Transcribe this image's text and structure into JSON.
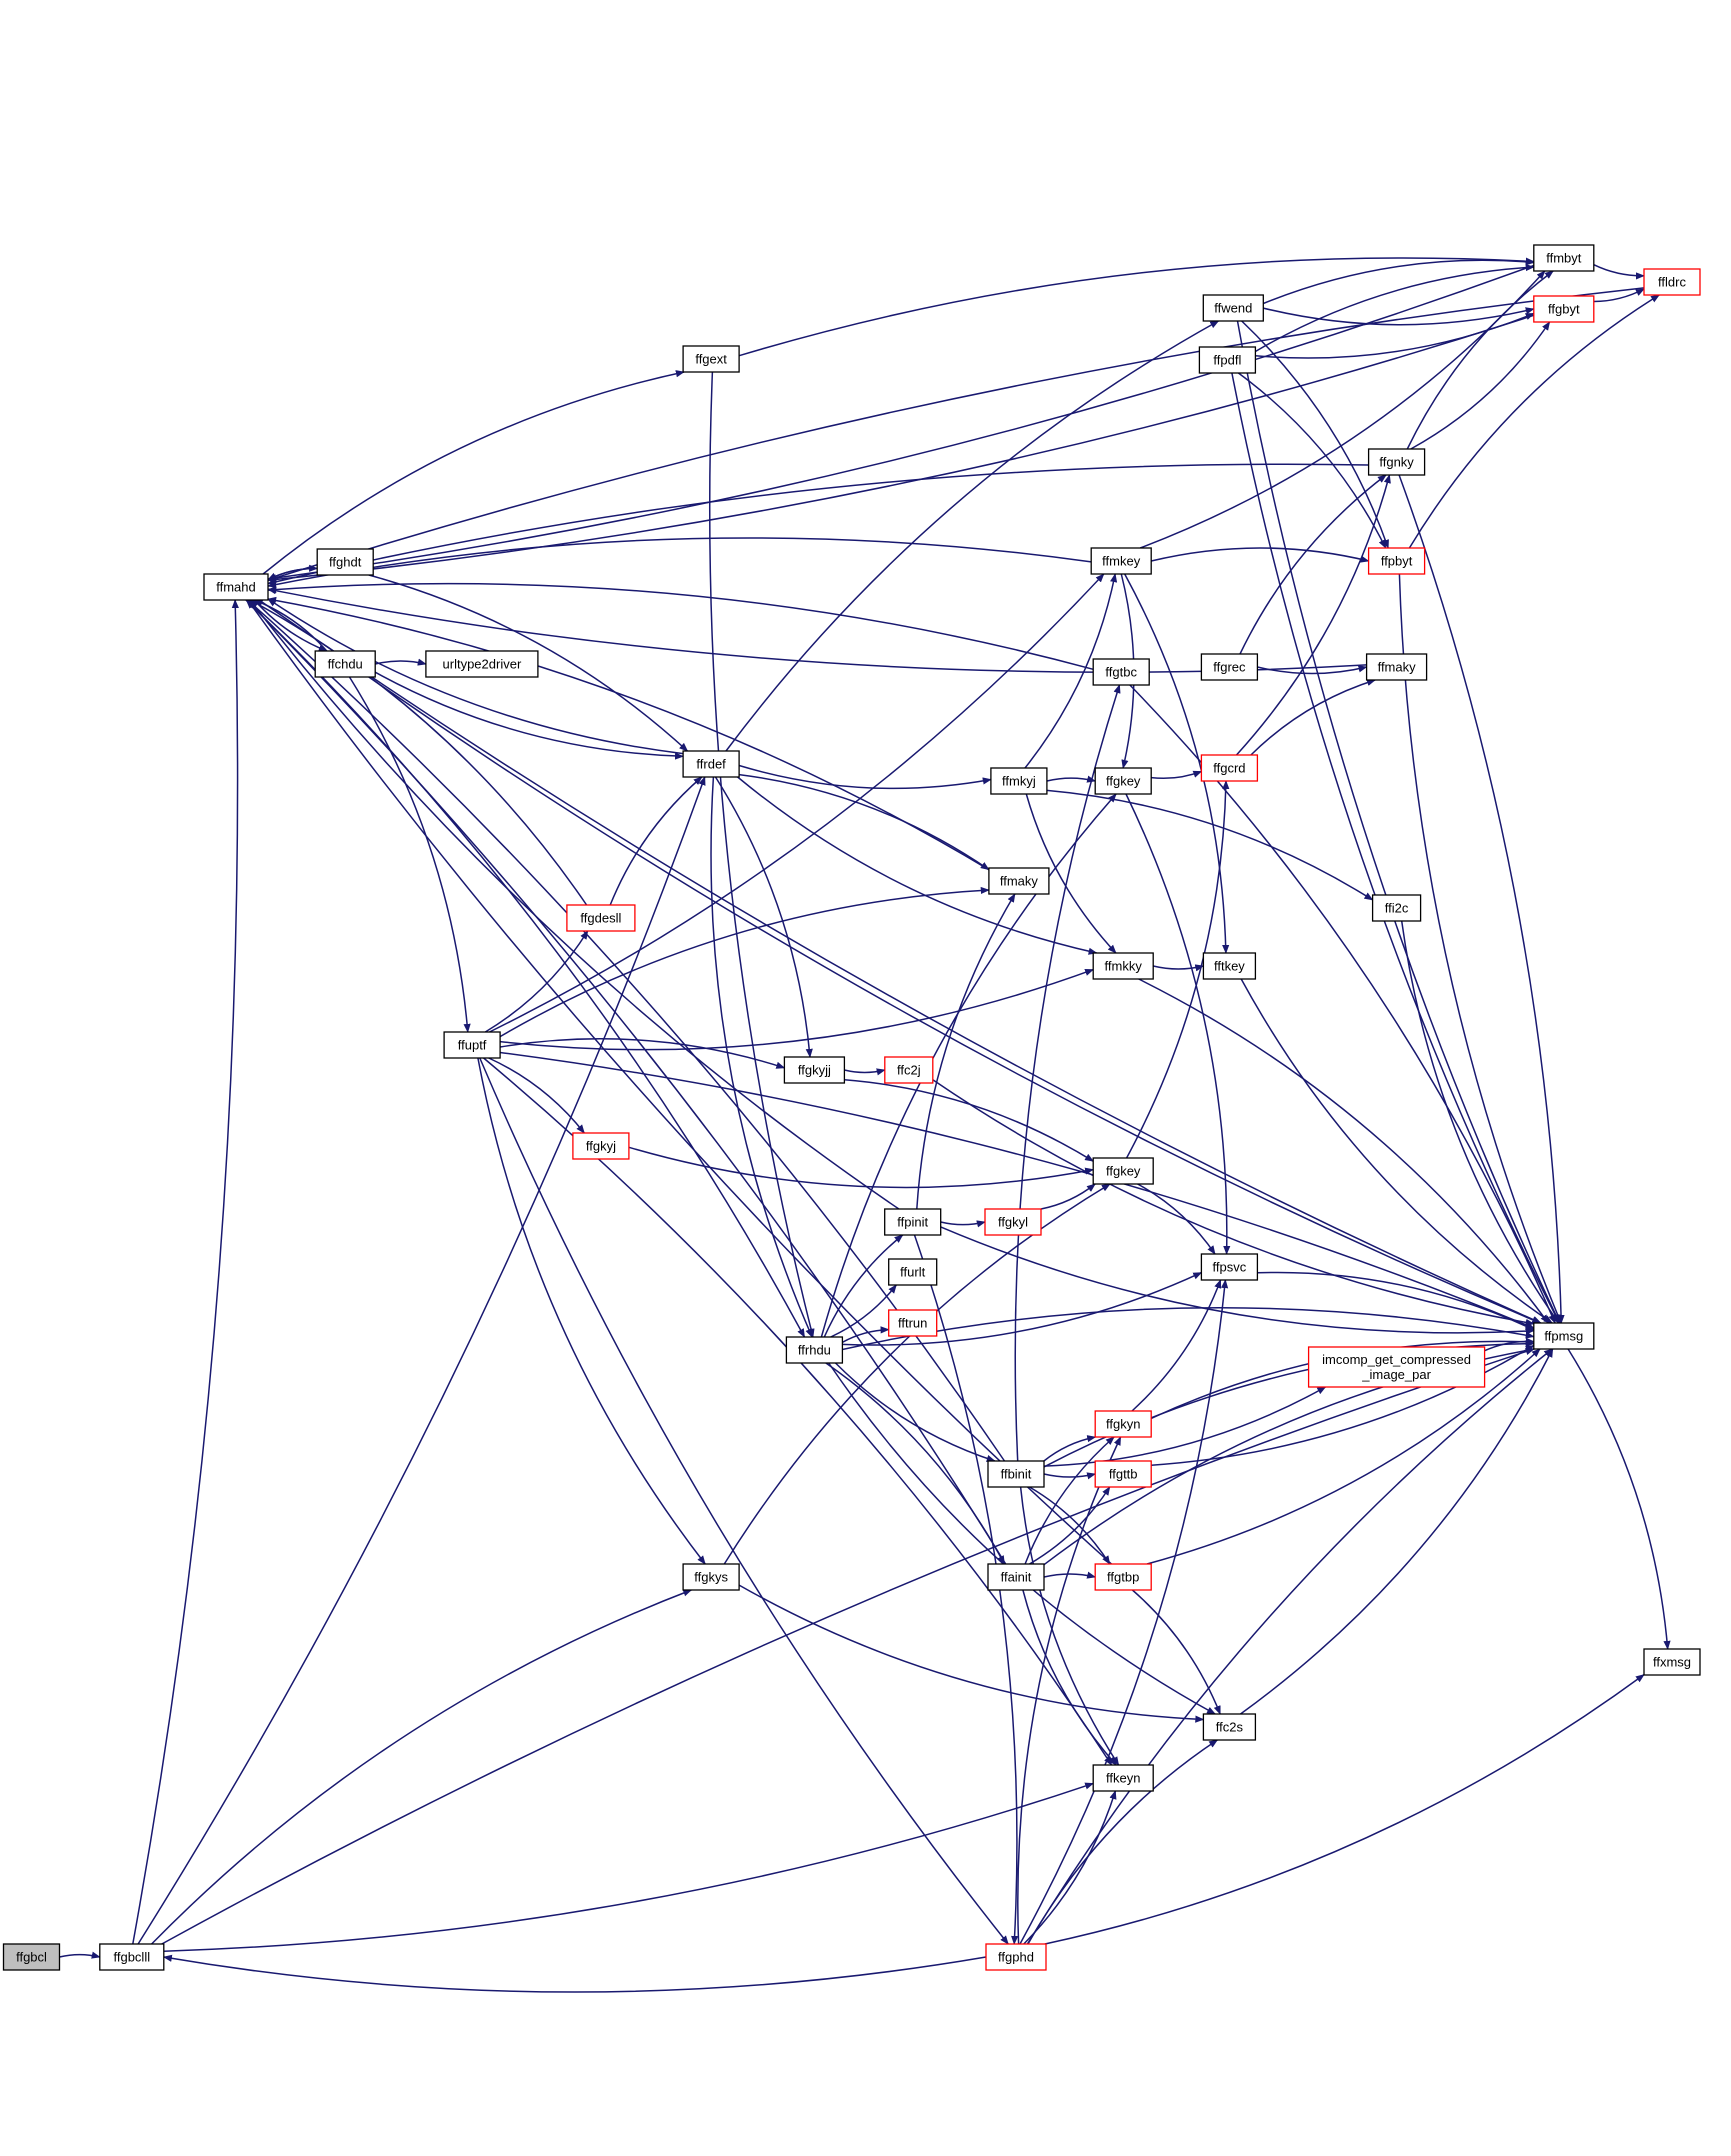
{
  "colors": {
    "edge": "#191970",
    "node_border": "#000000",
    "node_border_incomplete": "#ff0000",
    "root_fill": "#bfbfbf",
    "background": "#ffffff"
  },
  "nodes": [
    {
      "id": "ffgbcl",
      "label": "ffgbcl",
      "root": true
    },
    {
      "id": "ffgbclll",
      "label": "ffgbclll"
    },
    {
      "id": "ffmahd",
      "label": "ffmahd"
    },
    {
      "id": "ffghdt",
      "label": "ffghdt"
    },
    {
      "id": "ffchdu",
      "label": "ffchdu"
    },
    {
      "id": "urltype2driver",
      "label": "urltype2driver"
    },
    {
      "id": "ffrdef",
      "label": "ffrdef"
    },
    {
      "id": "ffgext",
      "label": "ffgext"
    },
    {
      "id": "ffuptf",
      "label": "ffuptf"
    },
    {
      "id": "ffgdesll",
      "label": "ffgdesll",
      "red": true
    },
    {
      "id": "ffgkyj_red",
      "label": "ffgkyj",
      "red": true
    },
    {
      "id": "ffgkys",
      "label": "ffgkys"
    },
    {
      "id": "ffrhdu",
      "label": "ffrhdu"
    },
    {
      "id": "ffgkyjj",
      "label": "ffgkyjj"
    },
    {
      "id": "ffc2j",
      "label": "ffc2j",
      "red": true
    },
    {
      "id": "ffpinit",
      "label": "ffpinit"
    },
    {
      "id": "ffurlt",
      "label": "ffurlt"
    },
    {
      "id": "fftrun",
      "label": "fftrun",
      "red": true
    },
    {
      "id": "ffgkyl",
      "label": "ffgkyl",
      "red": true
    },
    {
      "id": "ffbinit",
      "label": "ffbinit"
    },
    {
      "id": "ffainit",
      "label": "ffainit"
    },
    {
      "id": "ffgphd",
      "label": "ffgphd",
      "red": true
    },
    {
      "id": "ffmkyj",
      "label": "ffmkyj"
    },
    {
      "id": "ffmaky_mid",
      "label": "ffmaky"
    },
    {
      "id": "ffwend",
      "label": "ffwend"
    },
    {
      "id": "ffpdfl",
      "label": "ffpdfl"
    },
    {
      "id": "ffmkey",
      "label": "ffmkey"
    },
    {
      "id": "ffgtbc",
      "label": "ffgtbc"
    },
    {
      "id": "ffgkey_top",
      "label": "ffgkey"
    },
    {
      "id": "ffmkky",
      "label": "ffmkky"
    },
    {
      "id": "ffgkey_mid",
      "label": "ffgkey"
    },
    {
      "id": "ffgkyn",
      "label": "ffgkyn",
      "red": true
    },
    {
      "id": "ffgttb",
      "label": "ffgttb",
      "red": true
    },
    {
      "id": "ffgtbp",
      "label": "ffgtbp",
      "red": true
    },
    {
      "id": "ffkeyn",
      "label": "ffkeyn"
    },
    {
      "id": "ffgrec",
      "label": "ffgrec"
    },
    {
      "id": "ffgcrd",
      "label": "ffgcrd",
      "red": true
    },
    {
      "id": "fftkey",
      "label": "fftkey"
    },
    {
      "id": "ffpsvc",
      "label": "ffpsvc"
    },
    {
      "id": "ffc2s",
      "label": "ffc2s"
    },
    {
      "id": "ffgnky",
      "label": "ffgnky"
    },
    {
      "id": "ffpbyt",
      "label": "ffpbyt",
      "red": true
    },
    {
      "id": "ffmaky_right",
      "label": "ffmaky"
    },
    {
      "id": "ffi2c",
      "label": "ffi2c"
    },
    {
      "id": "imcomp",
      "label": "imcomp_get_compressed",
      "label2": "_image_par",
      "red": true
    },
    {
      "id": "ffmbyt",
      "label": "ffmbyt"
    },
    {
      "id": "ffgbyt",
      "label": "ffgbyt",
      "red": true
    },
    {
      "id": "ffldrc",
      "label": "ffldrc",
      "red": true
    },
    {
      "id": "ffpmsg",
      "label": "ffpmsg"
    },
    {
      "id": "ffxmsg",
      "label": "ffxmsg"
    }
  ],
  "edges": [
    [
      "ffgbcl",
      "ffgbclll"
    ],
    [
      "ffgbclll",
      "ffmahd"
    ],
    [
      "ffgbclll",
      "ffgkys"
    ],
    [
      "ffgbclll",
      "ffkeyn"
    ],
    [
      "ffgbclll",
      "ffpmsg"
    ],
    [
      "ffgbclll",
      "ffrdef"
    ],
    [
      "ffmahd",
      "ffghdt"
    ],
    [
      "ffmahd",
      "ffchdu"
    ],
    [
      "ffmahd",
      "ffgext"
    ],
    [
      "ffmahd",
      "ffpmsg"
    ],
    [
      "ffmahd",
      "ffrhdu"
    ],
    [
      "ffghdt",
      "ffmahd"
    ],
    [
      "ffghdt",
      "ffrdef"
    ],
    [
      "ffchdu",
      "ffmahd"
    ],
    [
      "ffchdu",
      "urltype2driver"
    ],
    [
      "ffchdu",
      "ffrdef"
    ],
    [
      "ffchdu",
      "ffuptf"
    ],
    [
      "ffchdu",
      "ffpmsg"
    ],
    [
      "ffrdef",
      "ffmahd"
    ],
    [
      "ffrdef",
      "ffmkyj"
    ],
    [
      "ffrdef",
      "ffmaky_mid"
    ],
    [
      "ffrdef",
      "ffmkky"
    ],
    [
      "ffrdef",
      "ffgkyjj"
    ],
    [
      "ffrdef",
      "ffrhdu"
    ],
    [
      "ffrdef",
      "ffwend"
    ],
    [
      "ffgext",
      "ffrhdu"
    ],
    [
      "ffgext",
      "ffmbyt"
    ],
    [
      "ffuptf",
      "ffmkey"
    ],
    [
      "ffuptf",
      "ffmaky_mid"
    ],
    [
      "ffuptf",
      "ffmkky"
    ],
    [
      "ffuptf",
      "ffgkyjj"
    ],
    [
      "ffuptf",
      "ffgdesll"
    ],
    [
      "ffuptf",
      "ffgkyj_red"
    ],
    [
      "ffuptf",
      "ffgkys"
    ],
    [
      "ffuptf",
      "ffkeyn"
    ],
    [
      "ffuptf",
      "ffgphd"
    ],
    [
      "ffuptf",
      "ffpmsg"
    ],
    [
      "ffgdesll",
      "ffmahd"
    ],
    [
      "ffgdesll",
      "ffrdef"
    ],
    [
      "ffgkyj_red",
      "ffgkey_mid"
    ],
    [
      "ffgkys",
      "ffgkey_mid"
    ],
    [
      "ffgkys",
      "ffc2s"
    ],
    [
      "ffrhdu",
      "ffpinit"
    ],
    [
      "ffrhdu",
      "ffurlt"
    ],
    [
      "ffrhdu",
      "fftrun"
    ],
    [
      "ffrhdu",
      "ffpsvc"
    ],
    [
      "ffrhdu",
      "ffpmsg"
    ],
    [
      "ffrhdu",
      "ffbinit"
    ],
    [
      "ffrhdu",
      "ffainit"
    ],
    [
      "ffrhdu",
      "ffc2s"
    ],
    [
      "ffrhdu",
      "ffgkey_top"
    ],
    [
      "ffgkyjj",
      "ffc2j"
    ],
    [
      "ffgkyjj",
      "ffgkey_mid"
    ],
    [
      "ffc2j",
      "ffpmsg"
    ],
    [
      "ffpinit",
      "ffmahd"
    ],
    [
      "ffpinit",
      "ffgkyl"
    ],
    [
      "ffpinit",
      "ffmaky_mid"
    ],
    [
      "ffpinit",
      "ffpmsg"
    ],
    [
      "ffpinit",
      "ffgphd"
    ],
    [
      "ffgkyl",
      "ffgkey_mid"
    ],
    [
      "ffbinit",
      "ffgkyn"
    ],
    [
      "ffbinit",
      "ffgttb"
    ],
    [
      "ffbinit",
      "ffgtbp"
    ],
    [
      "ffbinit",
      "ffkeyn"
    ],
    [
      "ffbinit",
      "ffpmsg"
    ],
    [
      "ffbinit",
      "imcomp"
    ],
    [
      "ffbinit",
      "ffgtbc"
    ],
    [
      "ffbinit",
      "ffmahd"
    ],
    [
      "ffainit",
      "ffgkyn"
    ],
    [
      "ffainit",
      "ffgttb"
    ],
    [
      "ffainit",
      "ffgtbp"
    ],
    [
      "ffainit",
      "ffkeyn"
    ],
    [
      "ffainit",
      "ffpmsg"
    ],
    [
      "ffainit",
      "ffmahd"
    ],
    [
      "ffgphd",
      "ffgkyn"
    ],
    [
      "ffgphd",
      "ffkeyn"
    ],
    [
      "ffgphd",
      "ffc2s"
    ],
    [
      "ffgphd",
      "ffpsvc"
    ],
    [
      "ffgphd",
      "ffpmsg"
    ],
    [
      "ffgphd",
      "ffxmsg"
    ],
    [
      "ffgphd",
      "ffgbclll"
    ],
    [
      "ffmkyj",
      "ffmkey"
    ],
    [
      "ffmkyj",
      "ffgkey_top"
    ],
    [
      "ffmkyj",
      "ffmkky"
    ],
    [
      "ffmkyj",
      "ffi2c"
    ],
    [
      "ffmaky_mid",
      "ffmahd"
    ],
    [
      "ffwend",
      "ffmbyt"
    ],
    [
      "ffwend",
      "ffgbyt"
    ],
    [
      "ffwend",
      "ffpbyt"
    ],
    [
      "ffwend",
      "ffpmsg"
    ],
    [
      "ffpdfl",
      "ffmbyt"
    ],
    [
      "ffpdfl",
      "ffgbyt"
    ],
    [
      "ffpdfl",
      "ffpbyt"
    ],
    [
      "ffpdfl",
      "ffpmsg"
    ],
    [
      "ffmkey",
      "ffpbyt"
    ],
    [
      "ffmkey",
      "ffmbyt"
    ],
    [
      "ffmkey",
      "fftkey"
    ],
    [
      "ffmkey",
      "ffmahd"
    ],
    [
      "ffmkey",
      "ffgkey_top"
    ],
    [
      "ffgtbc",
      "ffmahd"
    ],
    [
      "ffgtbc",
      "ffpmsg"
    ],
    [
      "ffgkey_top",
      "ffgcrd"
    ],
    [
      "ffgkey_top",
      "ffpsvc"
    ],
    [
      "ffmkky",
      "fftkey"
    ],
    [
      "ffmkky",
      "ffpmsg"
    ],
    [
      "ffgkey_mid",
      "ffgcrd"
    ],
    [
      "ffgkey_mid",
      "ffpsvc"
    ],
    [
      "ffgkyn",
      "ffpsvc"
    ],
    [
      "ffgkyn",
      "ffpmsg"
    ],
    [
      "ffgttb",
      "ffpmsg"
    ],
    [
      "ffgtbp",
      "ffc2s"
    ],
    [
      "ffgtbp",
      "ffpmsg"
    ],
    [
      "ffgtbp",
      "ffmahd"
    ],
    [
      "ffgrec",
      "ffmaky_right"
    ],
    [
      "ffgrec",
      "ffgnky"
    ],
    [
      "ffgcrd",
      "ffgnky"
    ],
    [
      "ffgcrd",
      "ffmaky_right"
    ],
    [
      "fftkey",
      "ffpmsg"
    ],
    [
      "ffpsvc",
      "ffpmsg"
    ],
    [
      "ffc2s",
      "ffpmsg"
    ],
    [
      "ffgnky",
      "ffmbyt"
    ],
    [
      "ffgnky",
      "ffgbyt"
    ],
    [
      "ffgnky",
      "ffpmsg"
    ],
    [
      "ffgnky",
      "ffmahd"
    ],
    [
      "ffpbyt",
      "ffldrc"
    ],
    [
      "ffpbyt",
      "ffpmsg"
    ],
    [
      "ffmaky_right",
      "ffmahd"
    ],
    [
      "ffi2c",
      "ffpmsg"
    ],
    [
      "imcomp",
      "ffpmsg"
    ],
    [
      "ffmbyt",
      "ffldrc"
    ],
    [
      "ffmbyt",
      "ffmahd"
    ],
    [
      "ffgbyt",
      "ffldrc"
    ],
    [
      "ffgbyt",
      "ffmahd"
    ],
    [
      "ffldrc",
      "ffmahd"
    ],
    [
      "ffpmsg",
      "ffxmsg"
    ]
  ]
}
